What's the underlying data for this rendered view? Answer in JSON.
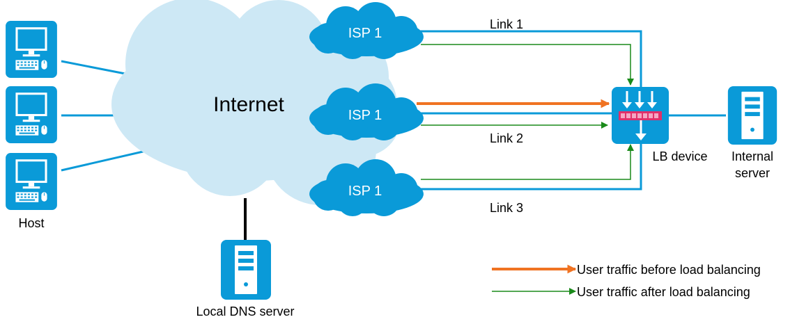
{
  "diagram": {
    "cloud_label": "Internet",
    "isps": [
      {
        "label": "ISP 1"
      },
      {
        "label": "ISP 1"
      },
      {
        "label": "ISP 1"
      }
    ],
    "links": [
      {
        "label": "Link 1"
      },
      {
        "label": "Link 2"
      },
      {
        "label": "Link 3"
      }
    ],
    "host_label": "Host",
    "dns_label": "Local DNS server",
    "lb_label": "LB device",
    "server_label_line1": "Internal",
    "server_label_line2": "server",
    "legend": {
      "before": "User traffic before load balancing",
      "after": "User traffic after load balancing"
    },
    "icons": {
      "host": "desktop-computer-icon",
      "server": "server-tower-icon",
      "lb": "load-balancer-icon"
    },
    "colors": {
      "cloud": "#cde8f5",
      "device": "#0a9ad8",
      "link": "#0a9ad8",
      "before_traffic": "#f07322",
      "after_traffic": "#1a8a1a",
      "dns_link": "#000000"
    }
  }
}
